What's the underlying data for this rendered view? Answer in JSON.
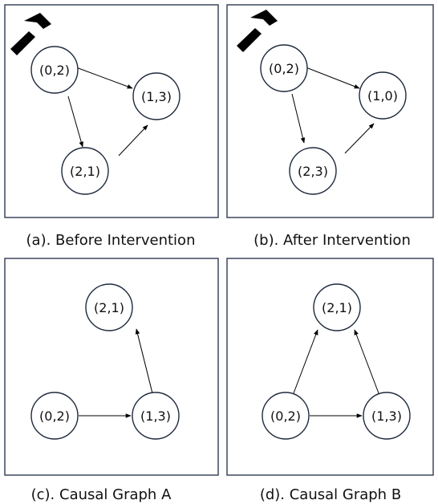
{
  "panels": [
    {
      "id": "a",
      "caption": "(a). Before Intervention",
      "has_hammer": true,
      "hammer_icon": "hammer-icon",
      "nodes": [
        {
          "id": "n1",
          "label": "(0,2)"
        },
        {
          "id": "n2",
          "label": "(1,3)"
        },
        {
          "id": "n3",
          "label": "(2,1)"
        }
      ],
      "edges": [
        {
          "from": "(0,2)",
          "to": "(1,3)"
        },
        {
          "from": "(0,2)",
          "to": "(2,1)"
        },
        {
          "from": "(2,1)",
          "to": "(1,3)"
        }
      ]
    },
    {
      "id": "b",
      "caption": "(b). After Intervention",
      "has_hammer": true,
      "hammer_icon": "hammer-icon",
      "nodes": [
        {
          "id": "n1",
          "label": "(0,2)"
        },
        {
          "id": "n2",
          "label": "(1,0)"
        },
        {
          "id": "n3",
          "label": "(2,3)"
        }
      ],
      "edges": [
        {
          "from": "(0,2)",
          "to": "(1,0)"
        },
        {
          "from": "(0,2)",
          "to": "(2,3)"
        },
        {
          "from": "(2,3)",
          "to": "(1,0)"
        }
      ]
    },
    {
      "id": "c",
      "caption": "(c). Causal Graph A",
      "has_hammer": false,
      "nodes": [
        {
          "id": "n1",
          "label": "(2,1)"
        },
        {
          "id": "n2",
          "label": "(0,2)"
        },
        {
          "id": "n3",
          "label": "(1,3)"
        }
      ],
      "edges": [
        {
          "from": "(0,2)",
          "to": "(1,3)"
        },
        {
          "from": "(1,3)",
          "to": "(2,1)"
        }
      ]
    },
    {
      "id": "d",
      "caption": "(d). Causal Graph B",
      "has_hammer": false,
      "nodes": [
        {
          "id": "n1",
          "label": "(2,1)"
        },
        {
          "id": "n2",
          "label": "(0,2)"
        },
        {
          "id": "n3",
          "label": "(1,3)"
        }
      ],
      "edges": [
        {
          "from": "(0,2)",
          "to": "(1,3)"
        },
        {
          "from": "(0,2)",
          "to": "(2,1)"
        },
        {
          "from": "(1,3)",
          "to": "(2,1)"
        }
      ]
    }
  ]
}
